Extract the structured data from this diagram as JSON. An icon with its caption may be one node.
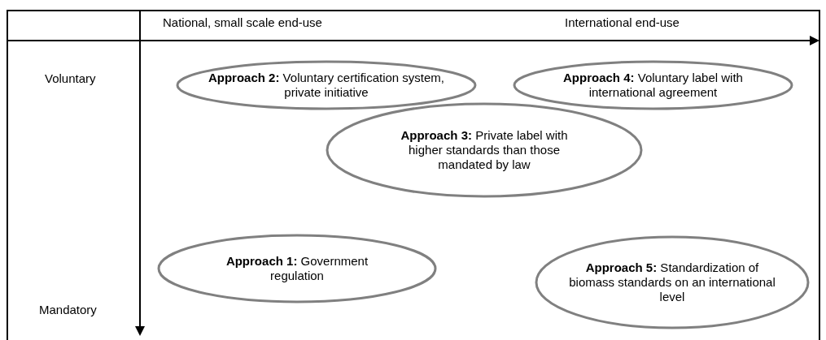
{
  "diagram": {
    "nodes": [
      {
        "text": [
          "**Approach 2:** Voluntary certification system, private initiative"
        ]
      },
      {
        "text": [
          "**Approach 4:** Voluntary label with international agreement"
        ]
      },
      {
        "text": [
          "**Approach 3:** Private label with higher standards than those mandated by law"
        ]
      },
      {
        "text": [
          "**Approach 1:** Government regulation"
        ]
      },
      {
        "text": [
          "**Approach 5:** Standardization of biomass standards on an international level"
        ]
      }
    ],
    "labels": [
      "National, small scale end-use",
      "International end-use",
      "Voluntary",
      "Mandatory"
    ]
  }
}
